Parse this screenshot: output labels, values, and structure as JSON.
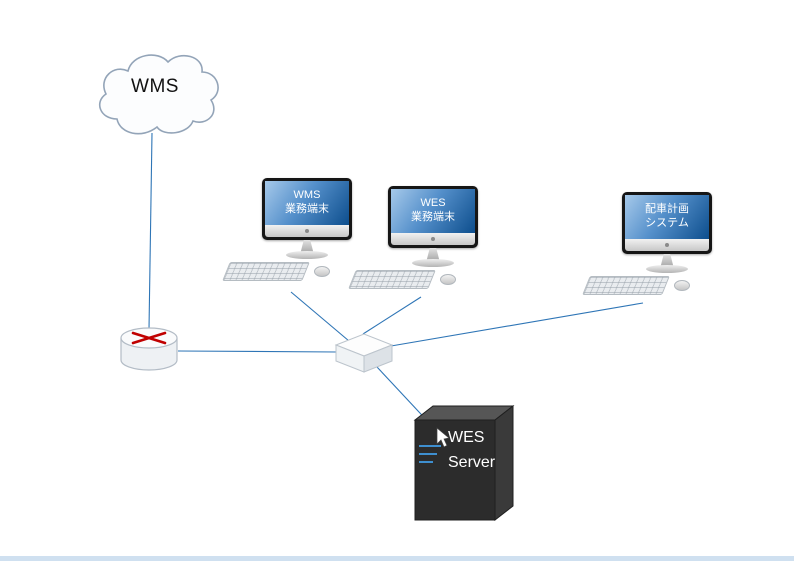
{
  "cloud": {
    "label": "WMS"
  },
  "terminals": [
    {
      "label": "WMS\n業務端末"
    },
    {
      "label": "WES\n業務端末"
    },
    {
      "label": "配車計画\nシステム"
    }
  ],
  "server": {
    "label": "WES\nServer"
  },
  "colors": {
    "connection_line": "#2e75b6",
    "router_arrows": "#c00000",
    "screen_blue_top": "#a6c9ea",
    "screen_blue_bottom": "#0d4e8d",
    "server_body": "#2d2d2d",
    "server_led": "#3e8fd0"
  }
}
